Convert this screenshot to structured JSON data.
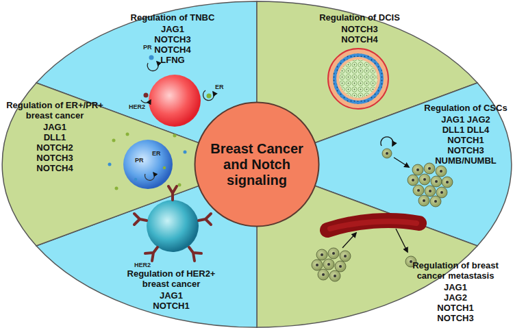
{
  "diagram": {
    "nodes": [
      {
        "text": [
          "Regulation of TNBC",
          "JAG1 NOTCH3 NOTCH4 LFNG"
        ]
      },
      {
        "text": [
          "Regulation of DCIS",
          "NOTCH3 NOTCH4"
        ]
      },
      {
        "text": [
          "Regulation of ER+/PR+ breast cancer",
          "JAG1 DLL1 NOTCH2 NOTCH3 NOTCH4"
        ]
      },
      {
        "text": [
          "Regulation of CSCs",
          "JAG1 JAG2 DLL1 DLL4 NOTCH1 NOTCH3 NUMB/NUMBL"
        ]
      },
      {
        "text": [
          "Breast Cancer and Notch signaling"
        ]
      },
      {
        "text": [
          "Regulation of HER2+ breast cancer",
          "JAG1 NOTCH1"
        ]
      },
      {
        "text": [
          "Regulation of breast cancer metastasis",
          "JAG1 JAG2 NOTCH1 NOTCH3"
        ]
      }
    ],
    "labels": [
      "PR",
      "HER2",
      "ER",
      "PR",
      "ER",
      "HER2"
    ]
  }
}
